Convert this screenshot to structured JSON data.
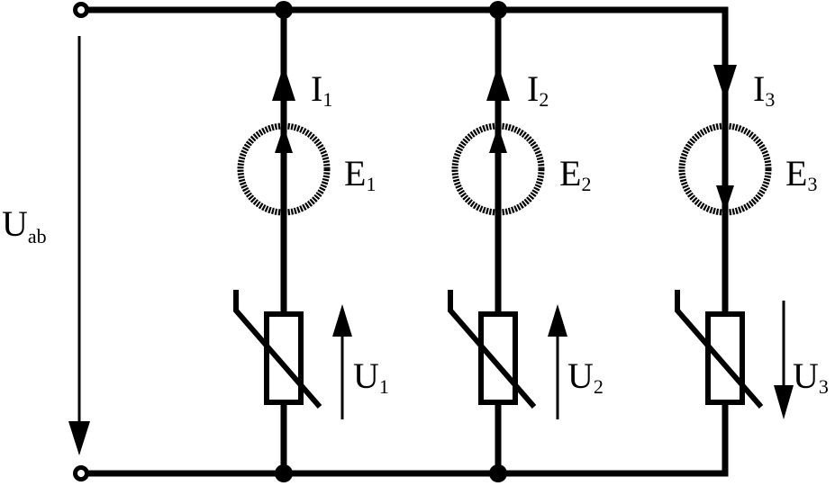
{
  "diagram": {
    "voltage_label": {
      "main": "U",
      "sub": "ab"
    },
    "branches": [
      {
        "current": {
          "main": "I",
          "sub": "1"
        },
        "source": {
          "main": "E",
          "sub": "1"
        },
        "voltage": {
          "main": "U",
          "sub": "1"
        },
        "direction": "up"
      },
      {
        "current": {
          "main": "I",
          "sub": "2"
        },
        "source": {
          "main": "E",
          "sub": "2"
        },
        "voltage": {
          "main": "U",
          "sub": "2"
        },
        "direction": "up"
      },
      {
        "current": {
          "main": "I",
          "sub": "3"
        },
        "source": {
          "main": "E",
          "sub": "3"
        },
        "voltage": {
          "main": "U",
          "sub": "3"
        },
        "direction": "down"
      }
    ],
    "colors": {
      "stroke": "#000000",
      "background": "#ffffff"
    }
  }
}
